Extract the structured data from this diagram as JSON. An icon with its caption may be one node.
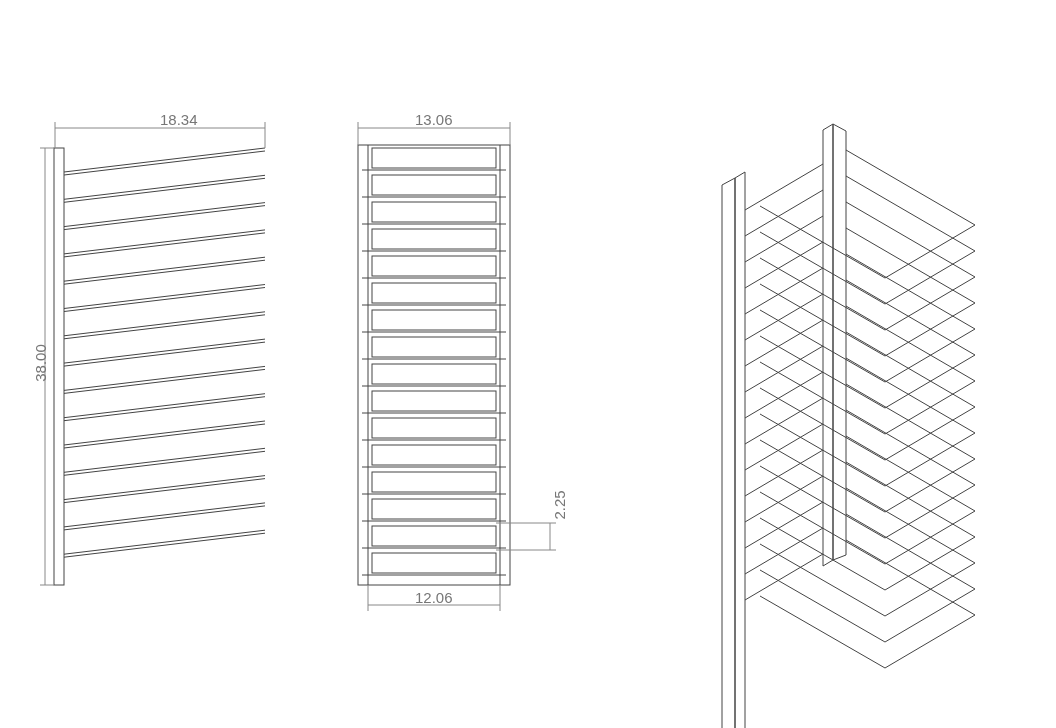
{
  "diagram": {
    "labels": [
      "18.34",
      "13.06",
      "38.00",
      "2.25",
      "12.06"
    ]
  }
}
